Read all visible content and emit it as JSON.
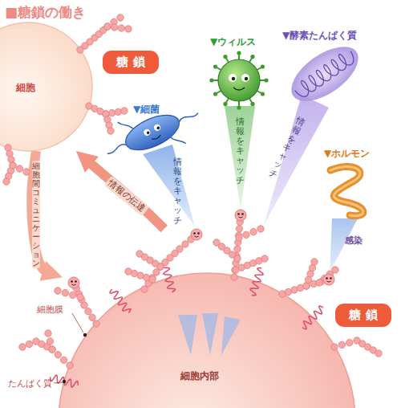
{
  "diagram": {
    "title": "■糖鎖の働き",
    "nodes": [
      {
        "text": [
          "細胞"
        ]
      },
      {
        "text": [
          "糖鎖"
        ]
      },
      {
        "text": [
          "細胞内部"
        ]
      },
      {
        "text": [
          "糖鎖"
        ]
      }
    ],
    "edges": [
      {
        "from": 2,
        "to": 0,
        "arrow": "to",
        "label": "情報の伝達"
      },
      {
        "from": 0,
        "to": 2,
        "arrow": "to",
        "label": "細胞間コミュニケーション"
      }
    ],
    "labels": [
      "▼細菌",
      "▼ウィルス",
      "▼酵素たんぱく質",
      "▼ホルモン",
      "情報をキャッチ",
      "情報をキャッチ",
      "情報をキャッチ",
      "感染",
      "細胞膜",
      "たんぱく質"
    ]
  }
}
